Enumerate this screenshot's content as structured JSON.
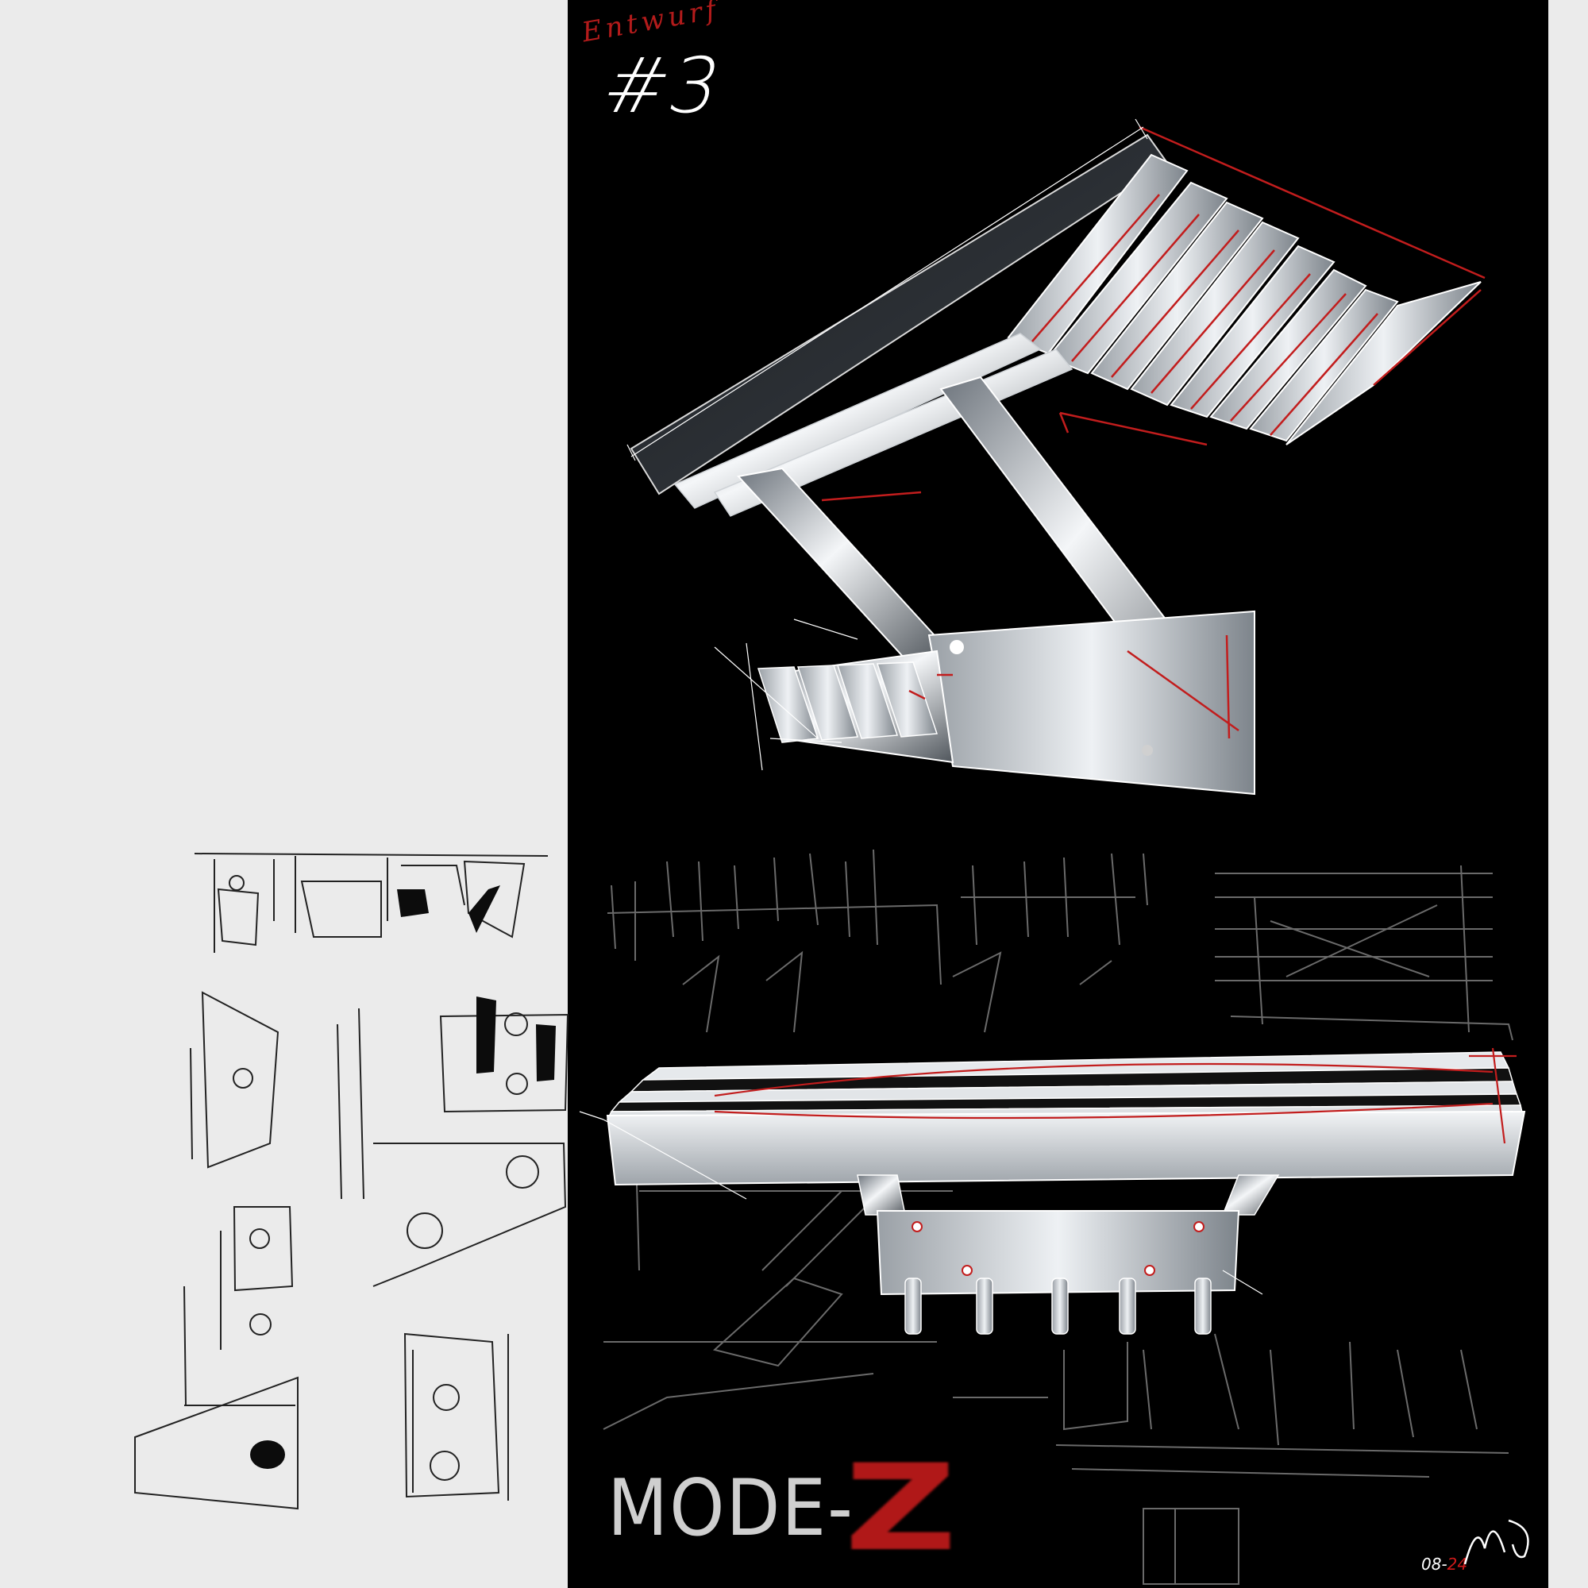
{
  "sketch": {
    "draft_word": "Entwurf",
    "draft_number": "#3",
    "title_main": "MODE-",
    "title_accent": "Z",
    "date_month": "08-",
    "date_year": "24"
  },
  "colors": {
    "paper": "#ebebeb",
    "board": "#000000",
    "accent_red": "#b01818",
    "metal": "#c8ccd0"
  }
}
